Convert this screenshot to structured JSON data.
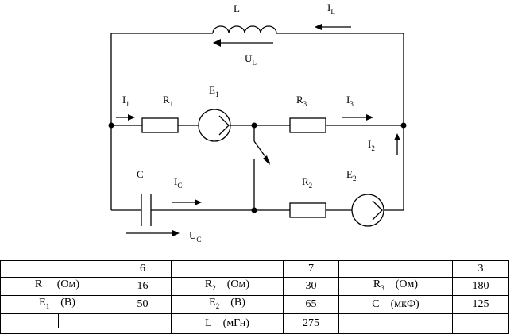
{
  "circuit": {
    "inductor": {
      "label": "L",
      "current": "I",
      "current_sub": "L",
      "voltage": "U",
      "voltage_sub": "L"
    },
    "branch1": {
      "current": "I",
      "current_sub": "1",
      "resistor": "R",
      "resistor_sub": "1",
      "source": "E",
      "source_sub": "1"
    },
    "branch3": {
      "resistor": "R",
      "resistor_sub": "3",
      "current": "I",
      "current_sub": "3"
    },
    "branch2": {
      "current": "I",
      "current_sub": "2",
      "resistor": "R",
      "resistor_sub": "2",
      "source": "E",
      "source_sub": "2"
    },
    "capacitor": {
      "label": "C",
      "current": "I",
      "current_sub": "C",
      "voltage": "U",
      "voltage_sub": "C"
    }
  },
  "table": {
    "variants": [
      "6",
      "7",
      "3"
    ],
    "rows": [
      [
        {
          "sym": "R",
          "sub": "1",
          "unit": "(Ом)",
          "value": "16"
        },
        {
          "sym": "R",
          "sub": "2",
          "unit": "(Ом)",
          "value": "30"
        },
        {
          "sym": "R",
          "sub": "3",
          "unit": "(Ом)",
          "value": "180"
        }
      ],
      [
        {
          "sym": "E",
          "sub": "1",
          "unit": "(В)",
          "value": "50"
        },
        {
          "sym": "E",
          "sub": "2",
          "unit": "(В)",
          "value": "65"
        },
        {
          "sym": "C",
          "sub": "",
          "unit": "(мкФ)",
          "value": "125"
        }
      ],
      [
        {
          "sym": "L",
          "sub": "",
          "unit": "(мГн)",
          "value": "275"
        }
      ]
    ]
  }
}
